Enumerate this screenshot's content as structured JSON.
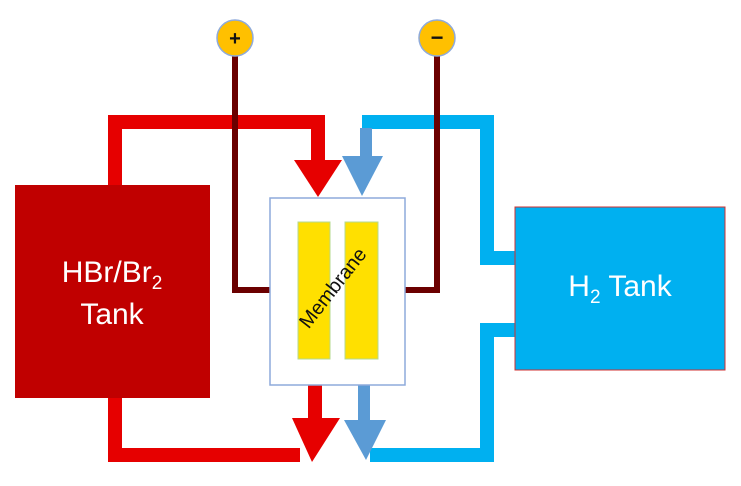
{
  "diagram": {
    "left_tank": {
      "label_main": "HBr/Br",
      "label_sub": "2",
      "label_line2": "Tank",
      "color": "#c00000"
    },
    "right_tank": {
      "label_main": "H",
      "label_sub": "2",
      "label_rest": " Tank",
      "color": "#00b0f0"
    },
    "cell": {
      "membrane_label": "Membrane",
      "electrode_color": "#ffe000"
    },
    "terminals": {
      "positive": "+",
      "negative": "−",
      "color": "#ffc000"
    },
    "colors": {
      "red_flow": "#e60000",
      "blue_flow": "#00b0f0",
      "arrow_blue": "#5b9bd5",
      "wire": "#6b0000"
    }
  }
}
